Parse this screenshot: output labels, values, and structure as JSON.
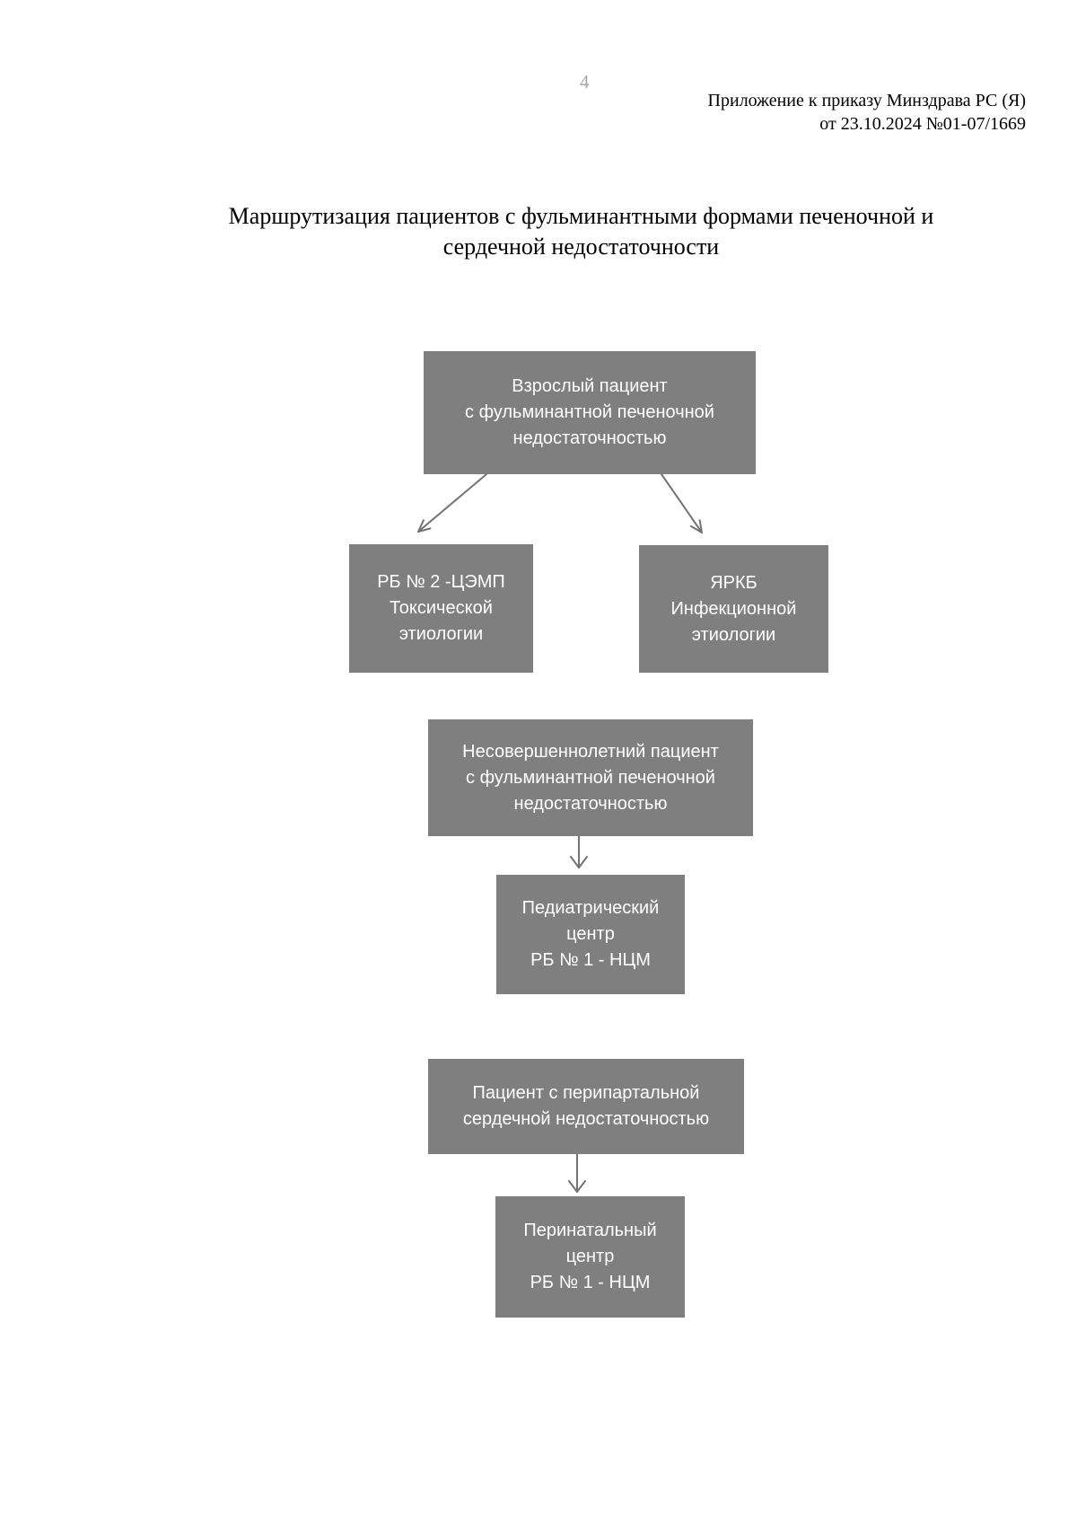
{
  "page": {
    "number": "4"
  },
  "header": {
    "line1": "Приложение к приказу Минздрава РС (Я)",
    "line2": "от 23.10.2024 №01-07/1669"
  },
  "title": {
    "line1": "Маршрутизация пациентов с фульминантными формами печеночной и",
    "line2": "сердечной недостаточности"
  },
  "flowchart": {
    "nodes": {
      "adult_patient": {
        "lines": [
          "Взрослый пациент",
          "с фульминантной печеночной",
          "недостаточностью"
        ]
      },
      "rb2_cemp": {
        "lines": [
          "РБ № 2 -ЦЭМП",
          "Токсической",
          "этиологии"
        ]
      },
      "yarkb": {
        "lines": [
          "ЯРКБ",
          "Инфекционной",
          "этиологии"
        ]
      },
      "minor_patient": {
        "lines": [
          "Несовершеннолетний пациент",
          "с фульминантной печеночной",
          "недостаточностью"
        ]
      },
      "pediatric_center": {
        "lines": [
          "Педиатрический",
          "центр",
          "РБ № 1 - НЦМ"
        ]
      },
      "peripartum_patient": {
        "lines": [
          "Пациент с перипартальной",
          "сердечной недостаточностью"
        ]
      },
      "perinatal_center": {
        "lines": [
          "Перинатальный",
          "центр",
          "РБ № 1 - НЦМ"
        ]
      }
    }
  },
  "colors": {
    "node_fill": "#7F7F7F",
    "node_text": "#FFFFFF",
    "arrow": "#737373",
    "body_text": "#000000",
    "page_number": "#A6A6A6",
    "page_bg": "#FFFFFF"
  }
}
